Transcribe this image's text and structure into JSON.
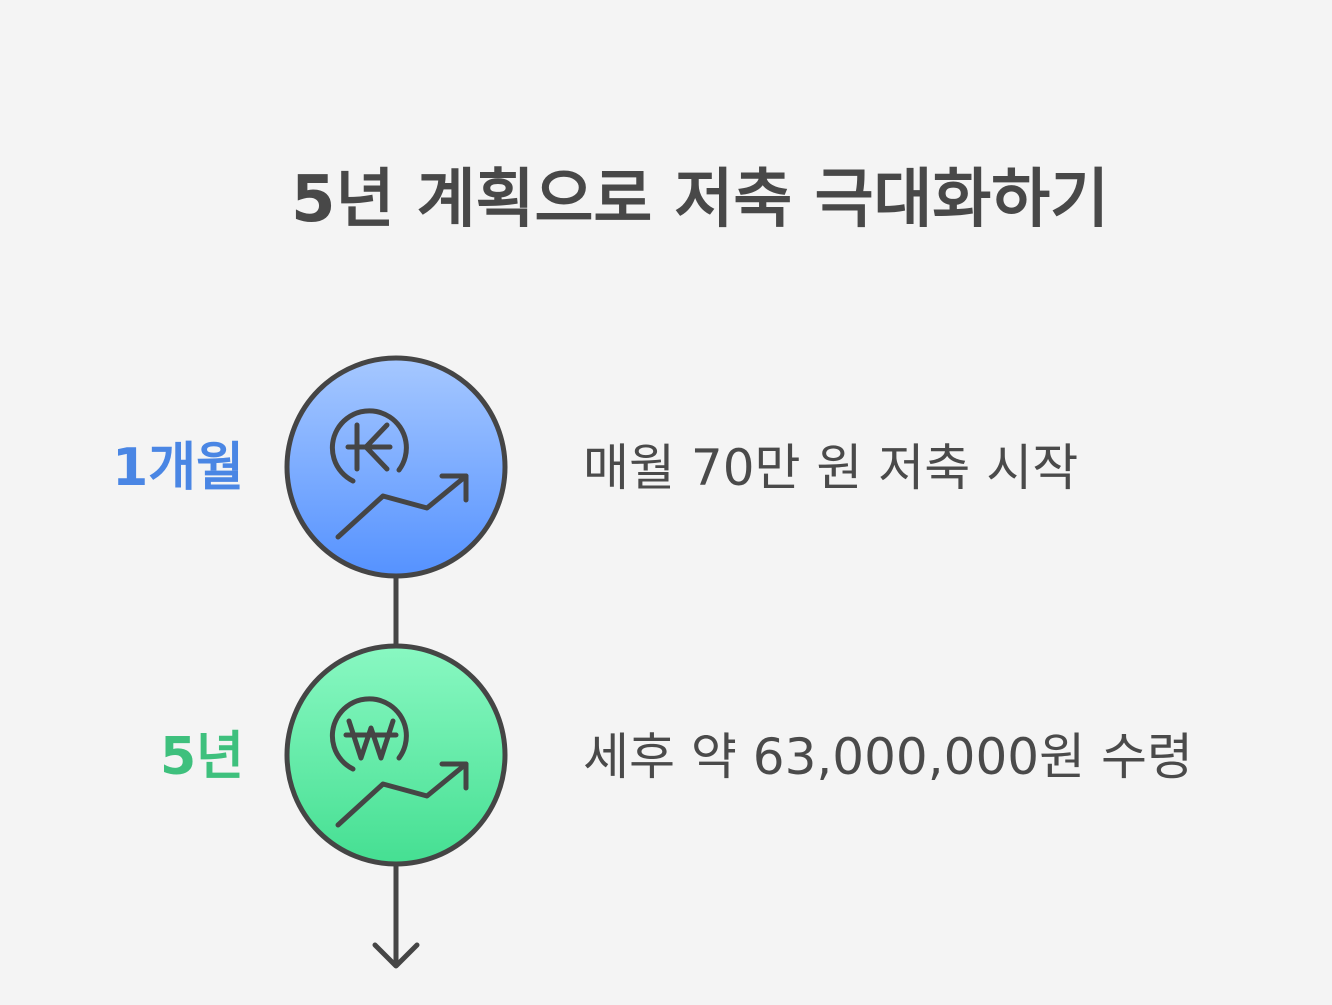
{
  "title": "5년 계획으로 저축 극대화하기",
  "steps": [
    {
      "label": "1개월",
      "description": "매월 70만 원 저축 시작",
      "label_color": "#4a86e4",
      "circle_gradient": [
        "#a6c8ff",
        "#5592ff"
      ],
      "icon": "coin-growth-icon"
    },
    {
      "label": "5년",
      "description": "세후 약 63,000,000원 수령",
      "label_color": "#3ec07d",
      "circle_gradient": [
        "#89f8c2",
        "#45df92"
      ],
      "icon": "won-growth-icon"
    }
  ],
  "colors": {
    "outline": "#454545",
    "text": "#4a4a4a",
    "background": "#f4f4f4"
  }
}
